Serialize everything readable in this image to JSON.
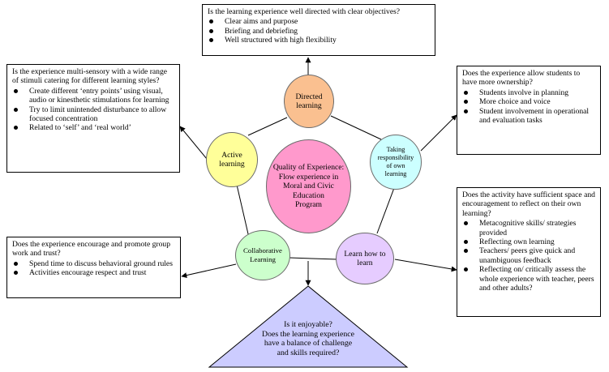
{
  "center": {
    "lines": [
      "Quality of Experience:",
      "Flow experience in",
      "Moral and Civic",
      "Education",
      "Program"
    ],
    "color": "#ff99cc"
  },
  "nodes": {
    "directed": {
      "lines": [
        "Directed",
        "learning"
      ],
      "color": "#fac090"
    },
    "active": {
      "lines": [
        "Active",
        "learning"
      ],
      "color": "#ffff99"
    },
    "taking": {
      "lines": [
        "Taking",
        "responsibility",
        "of own",
        "learning"
      ],
      "color": "#ccffff"
    },
    "collaborative": {
      "lines": [
        "Collaborative",
        "Learning"
      ],
      "color": "#ccffcc"
    },
    "learn": {
      "lines": [
        "Learn how to",
        "learn"
      ],
      "color": "#e6ccff"
    }
  },
  "boxes": {
    "top": {
      "question": "Is the learning experience well directed with clear objectives?",
      "items": [
        "Clear aims and purpose",
        "Briefing and debriefing",
        "Well structured with high flexibility"
      ]
    },
    "left": {
      "question": "Is the experience multi-sensory with a wide range of stimuli catering for different learning styles?",
      "items": [
        "Create different ‘entry points’ using visual, audio or kinesthetic stimulations for learning",
        "Try to limit unintended disturbance to allow focused concentration",
        "Related to ‘self’ and ‘real world’"
      ]
    },
    "right": {
      "question": "Does the experience allow students to have more ownership?",
      "items": [
        "Students involve in planning",
        "More choice and voice",
        "Student involvement in operational and evaluation tasks"
      ]
    },
    "bottom_left": {
      "question": "Does the experience encourage and promote group work and trust?",
      "items": [
        "Spend time to discuss behavioral ground rules",
        "Activities encourage respect and trust"
      ]
    },
    "bottom_right": {
      "question": "Does the activity have sufficient space and encouragement to reflect on their own learning?",
      "items": [
        "Metacognitive skills/ strategies provided",
        "Reflecting own learning",
        "Teachers/ peers give quick and unambiguous feedback",
        "Reflecting on/ critically assess the whole experience with teacher, peers and other adults?"
      ]
    }
  },
  "triangle": {
    "lines": [
      "Is it enjoyable?",
      "Does the learning experience",
      "have a balance of challenge",
      "and skills required?"
    ],
    "color": "#ccccff"
  }
}
